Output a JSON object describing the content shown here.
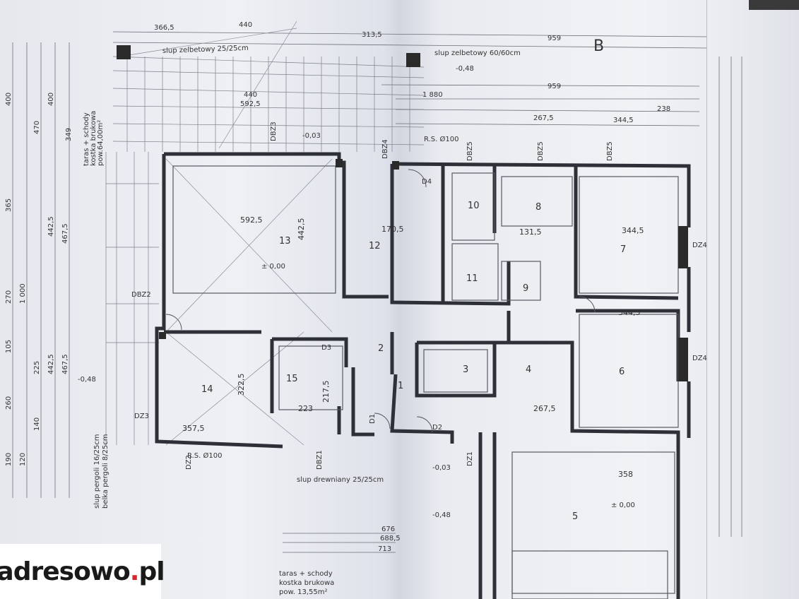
{
  "watermark": {
    "brand": "adresowo",
    "dot": ".",
    "tld": "pl",
    "accent_color": "#d6262b"
  },
  "rooms": [
    {
      "id": "room-13",
      "number": "13",
      "area_label": "442,5",
      "dim": "592,5"
    },
    {
      "id": "room-14",
      "number": "14",
      "dim": "357,5",
      "dim2": "322,5"
    },
    {
      "id": "room-15",
      "number": "15",
      "dim": "223",
      "dim2": "217,5"
    },
    {
      "id": "room-12",
      "number": "12",
      "dim": "170,5"
    },
    {
      "id": "room-10",
      "number": "10"
    },
    {
      "id": "room-11",
      "number": "11"
    },
    {
      "id": "room-8",
      "number": "8",
      "dim": "131,5"
    },
    {
      "id": "room-9",
      "number": "9"
    },
    {
      "id": "room-7",
      "number": "7",
      "dim": "344,5"
    },
    {
      "id": "room-6",
      "number": "6",
      "dim": "344,5"
    },
    {
      "id": "room-4",
      "number": "4",
      "dim": "267,5"
    },
    {
      "id": "room-3",
      "number": "3"
    },
    {
      "id": "room-2",
      "number": "2"
    },
    {
      "id": "room-1",
      "number": "1"
    },
    {
      "id": "room-5",
      "number": "5",
      "dim": "358"
    }
  ],
  "annotations": {
    "column_top_left": "slup zelbetowy 25/25cm",
    "column_top_right": "slup zelbetowy 60/60cm",
    "column_bottom": "slup drewniany 25/25cm",
    "terrace_top": "taras + schody",
    "terrace_top2": "kostka brukowa",
    "terrace_top3": "pow.64,00m²",
    "terrace_bottom": "taras + schody",
    "terrace_bottom2": "kostka brukowa",
    "terrace_bottom3": "pow. 13,55m²",
    "pergola": "slup pergoli 16/25cm",
    "pergola2": "belka pergoli 8/25cm",
    "level_a": "± 0,00",
    "level_b": "± 0,00",
    "level_c": "-0,48",
    "level_d": "-0,48",
    "level_e": "-0,48",
    "level_f": "-0,03",
    "level_g": "-0,03",
    "rs": "R.S. Ø100",
    "rs2": "R.S. Ø100",
    "section": "B"
  },
  "dimensions_top": [
    "366,5",
    "440",
    "313,5",
    "959",
    "592,5",
    "440",
    "959",
    "1 880",
    "267,5",
    "344,5",
    "238"
  ],
  "dimensions_left": [
    "400",
    "470",
    "400",
    "349",
    "365",
    "442,5",
    "467,5",
    "1 000",
    "270",
    "105",
    "225",
    "442,5",
    "467,5",
    "260",
    "190",
    "140",
    "120"
  ],
  "dimensions_bottom": [
    "676",
    "688,5",
    "713"
  ],
  "door_labels": [
    "DBZ3",
    "DBZ4",
    "DBZ5",
    "DBZ5",
    "DBZ5",
    "DBZ2",
    "DBZ1",
    "DZ4",
    "DZ4",
    "DZ3",
    "DZ2",
    "DZ1",
    "D4",
    "D3",
    "D2",
    "D1"
  ]
}
